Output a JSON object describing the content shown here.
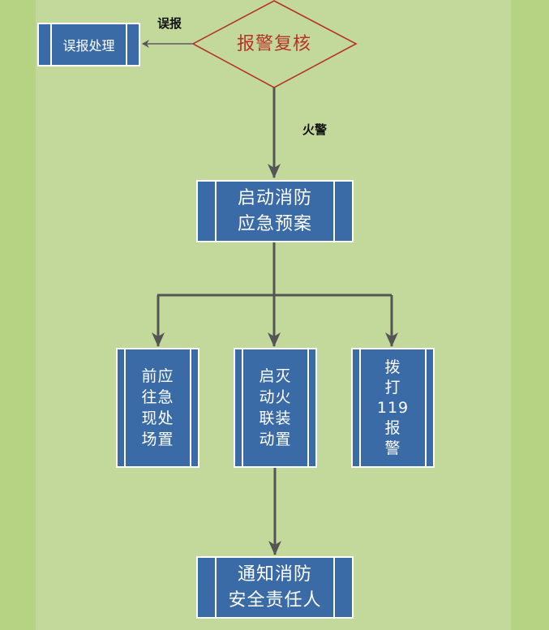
{
  "diagram": {
    "title": "火灾报警处理流程",
    "colors": {
      "background_outer": "#b6d384",
      "background_inner": "#c3d99b",
      "process_fill": "#3a6ba7",
      "process_border": "#ffffff",
      "decision_stroke": "#b5332a",
      "connector": "#555555"
    },
    "decision": {
      "id": "review",
      "text": "报警复核"
    },
    "nodes": [
      {
        "id": "false_alarm",
        "text": "误报处理"
      },
      {
        "id": "start_plan",
        "text": "启动消防\n应急预案"
      },
      {
        "id": "go_scene",
        "text": "前应\n往急\n现处\n场置"
      },
      {
        "id": "start_linkage",
        "text": "启灭\n动火\n联装\n动置"
      },
      {
        "id": "call_119",
        "text": "拨\n打\n119\n报\n警"
      },
      {
        "id": "notify",
        "text": "通知消防\n安全责任人"
      }
    ],
    "edges": [
      {
        "from": "review",
        "to": "false_alarm",
        "label": "误报"
      },
      {
        "from": "review",
        "to": "start_plan",
        "label": "火警"
      },
      {
        "from": "start_plan",
        "to": "go_scene",
        "label": ""
      },
      {
        "from": "start_plan",
        "to": "start_linkage",
        "label": ""
      },
      {
        "from": "start_plan",
        "to": "call_119",
        "label": ""
      },
      {
        "from": "start_linkage",
        "to": "notify",
        "label": ""
      }
    ]
  }
}
